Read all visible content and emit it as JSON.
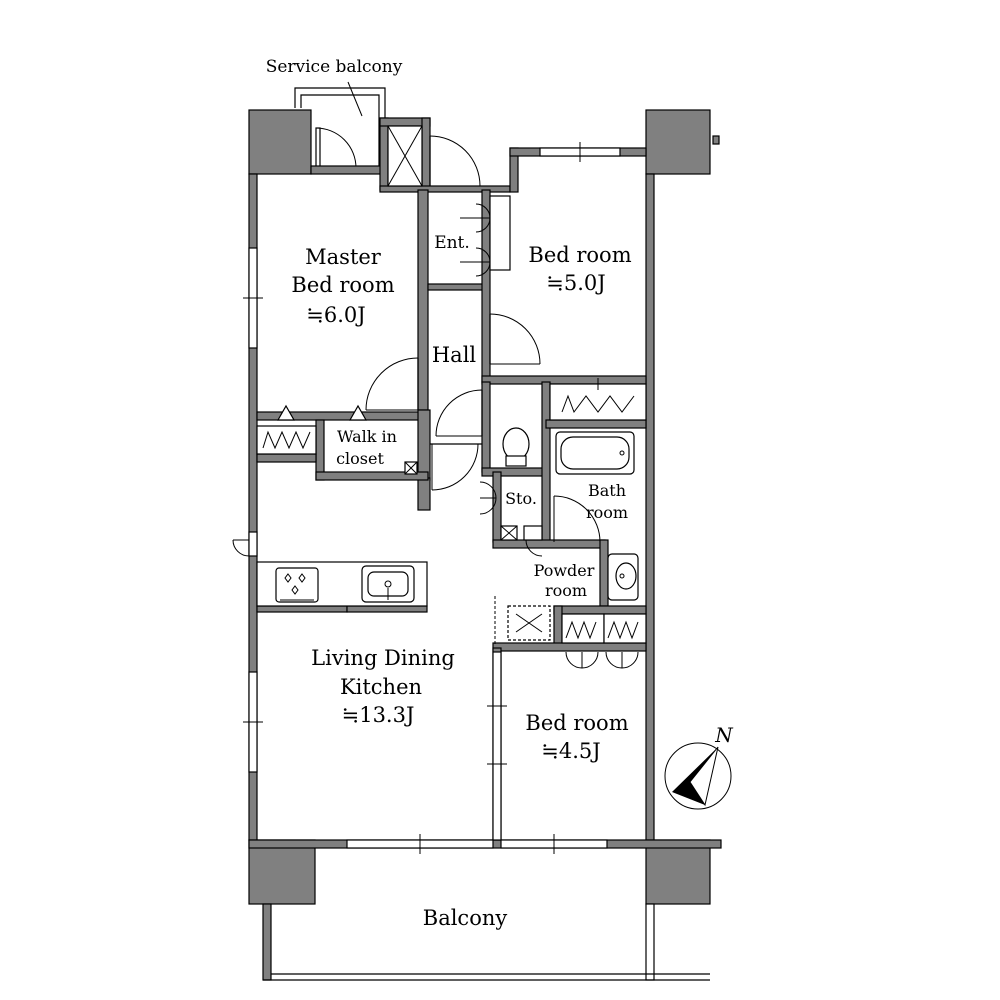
{
  "service_balcony": "Service balcony",
  "master_bedroom": {
    "line1": "Master",
    "line2": "Bed room",
    "size": "≒6.0J"
  },
  "entrance": "Ent.",
  "bedroom_north": {
    "name": "Bed room",
    "size": "≒5.0J"
  },
  "hall": "Hall",
  "walk_in_closet": {
    "line1": "Walk in",
    "line2": "closet"
  },
  "storage": "Sto.",
  "bath_room": {
    "line1": "Bath",
    "line2": "room"
  },
  "powder_room": {
    "line1": "Powder",
    "line2": "room"
  },
  "ldk": {
    "line1": "Living Dining",
    "line2": "Kitchen",
    "size": "≒13.3J"
  },
  "bedroom_south": {
    "name": "Bed room",
    "size": "≒4.5J"
  },
  "balcony": "Balcony",
  "compass": {
    "label": "N"
  }
}
